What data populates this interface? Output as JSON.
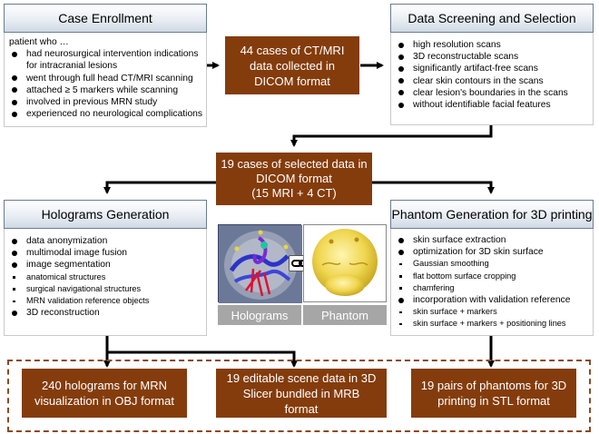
{
  "case_enrollment": {
    "title": "Case Enrollment",
    "intro": "patient who …",
    "items": [
      "had neurosurgical intervention indications for intracranial lesions",
      "went through full head CT/MRI scanning",
      "attached ≥ 5 markers while scanning",
      "involved in previous MRN study",
      "experienced no neurological complications"
    ]
  },
  "collected": "44 cases of CT/MRI data collected in DICOM format",
  "data_screening": {
    "title": "Data Screening and Selection",
    "items": [
      "high resolution scans",
      "3D reconstructable scans",
      "significantly artifact-free scans",
      "clear skin contours in the scans",
      "clear lesion's boundaries in the scans",
      "without identifiable facial features"
    ]
  },
  "selected": {
    "line1": "19 cases of selected data in",
    "line2": "DICOM format",
    "line3": "(15 MRI + 4 CT)"
  },
  "holograms_generation": {
    "title": "Holograms Generation",
    "items": [
      {
        "text": "data anonymization",
        "level": 1
      },
      {
        "text": "multimodal image fusion",
        "level": 1
      },
      {
        "text": "image segmentation",
        "level": 1
      },
      {
        "text": "anatomical structures",
        "level": 2
      },
      {
        "text": "surgical navigational structures",
        "level": 2
      },
      {
        "text": "MRN validation reference objects",
        "level": 2
      },
      {
        "text": "3D reconstruction",
        "level": 1
      }
    ]
  },
  "phantom_generation": {
    "title": "Phantom Generation for 3D printing",
    "items": [
      {
        "text": "skin surface extraction",
        "level": 1
      },
      {
        "text": "optimization for 3D skin surface",
        "level": 1
      },
      {
        "text": "Gaussian smoothing",
        "level": 2
      },
      {
        "text": "flat bottom surface cropping",
        "level": 2
      },
      {
        "text": "chamfering",
        "level": 2
      },
      {
        "text": "incorporation with validation reference",
        "level": 1
      },
      {
        "text": "skin surface + markers",
        "level": 2
      },
      {
        "text": "skin surface + markers + positioning lines",
        "level": 2
      }
    ]
  },
  "images": {
    "holograms_caption": "Holograms",
    "phantom_caption": "Phantom"
  },
  "outputs": {
    "holograms": "240 holograms for MRN visualization in OBJ format",
    "scene": "19 editable scene data in 3D Slicer bundled in MRB format",
    "phantoms": "19 pairs of phantoms for 3D printing in STL format"
  },
  "colors": {
    "brown_box": "#843c0c",
    "header_border": "#6b7c8f",
    "dashed_frame": "#8a4a22",
    "caption_gray": "#a6a6a6"
  }
}
